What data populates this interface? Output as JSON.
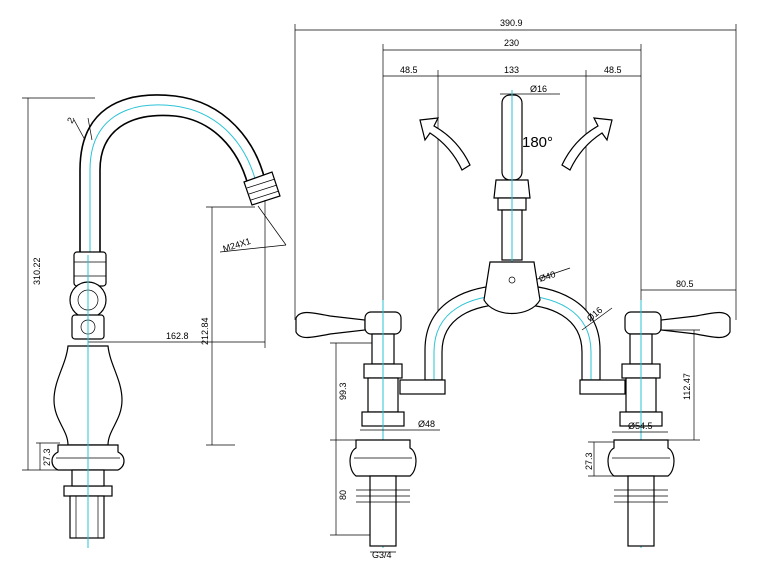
{
  "dimensions": {
    "overall_width": "390.9",
    "handle_spacing": "230",
    "offset_left": "48.5",
    "center_span": "133",
    "offset_right": "48.5",
    "spout_tube_dia": "Ø16",
    "rotation": "180°",
    "body_dia": "Ø40",
    "bridge_dia": "Ø16",
    "handle_overhang": "80.5",
    "right_height": "112.47",
    "left_height": "99.3",
    "nut_dia": "Ø48",
    "base_dia": "Ø54.5",
    "base_height_left": "27.3",
    "base_height_right": "27.3",
    "tail_length": "80",
    "thread": "G3/4",
    "total_height": "310.22",
    "spout_reach": "162.8",
    "spout_height": "212.84",
    "aerator_thread": "M24X1",
    "angle_mark": "2"
  }
}
